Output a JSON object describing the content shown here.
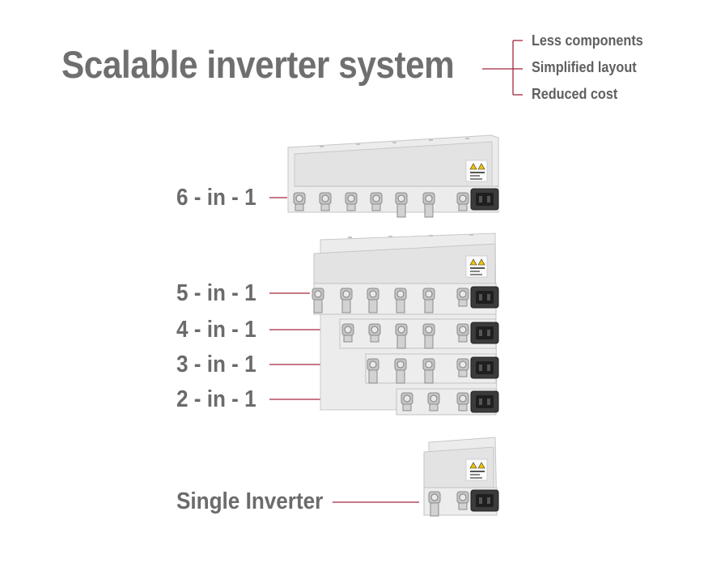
{
  "title": "Scalable inverter system",
  "benefits": [
    "Less components",
    "Simplified layout",
    "Reduced cost"
  ],
  "configurations": [
    {
      "label": "6 - in - 1"
    },
    {
      "label": "5 - in - 1"
    },
    {
      "label": "4 - in - 1"
    },
    {
      "label": "3 - in - 1"
    },
    {
      "label": "2 - in - 1"
    },
    {
      "label": "Single Inverter"
    }
  ],
  "colors": {
    "accent": "#a3273e",
    "text": "#6f6f6f",
    "housing": "#e6e6e6"
  }
}
